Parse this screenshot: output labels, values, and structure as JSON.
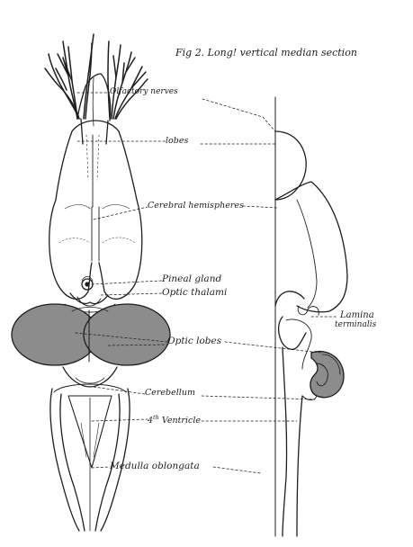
{
  "figure": {
    "title": "Fig 2. Long! vertical median section",
    "colors": {
      "ink": "#1e1e1e",
      "optic_lobe_fill": "#8c8c8c",
      "paper": "#ffffff"
    }
  },
  "labels": {
    "olfactory_nerves": "Olfactory nerves",
    "lobes": "lobes",
    "cerebral_hemispheres": "Cerebral hemispheres",
    "pineal_gland": "Pineal gland",
    "optic_thalami": "Optic thalami",
    "optic_lobes": "Optic lobes",
    "lamina_line1": "Lamina",
    "lamina_line2": "terminalis",
    "cerebellum": "Cerebellum",
    "ventricle_sup": "th",
    "ventricle_text": "Ventricle",
    "medulla_oblongata": "Medulla oblongata"
  }
}
